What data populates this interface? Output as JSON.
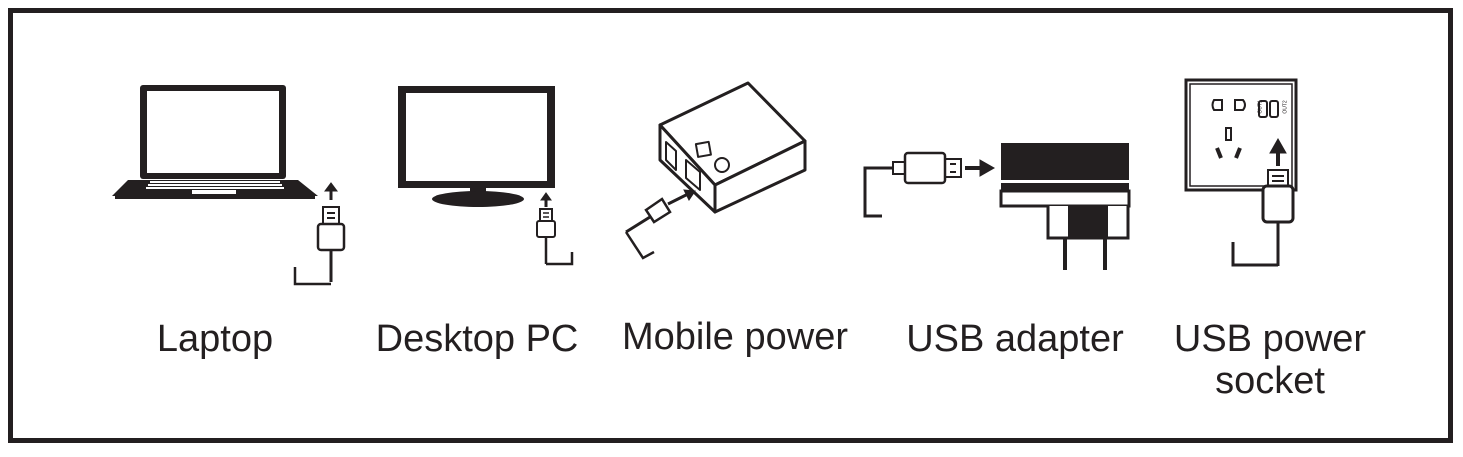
{
  "devices": [
    {
      "id": "laptop",
      "label": "Laptop",
      "icon": "laptop-icon"
    },
    {
      "id": "desktop",
      "label": "Desktop PC",
      "icon": "monitor-icon"
    },
    {
      "id": "mobile",
      "label": "Mobile power",
      "icon": "power-bank-icon"
    },
    {
      "id": "adapter",
      "label": "USB adapter",
      "icon": "usb-wall-adapter-icon"
    },
    {
      "id": "socket",
      "label_line1": "USB power",
      "label_line2": "socket",
      "icon": "wall-socket-icon"
    }
  ],
  "socket_port_labels": [
    "OUT1",
    "OUT2"
  ],
  "colors": {
    "ink": "#231f20",
    "background": "#ffffff"
  }
}
